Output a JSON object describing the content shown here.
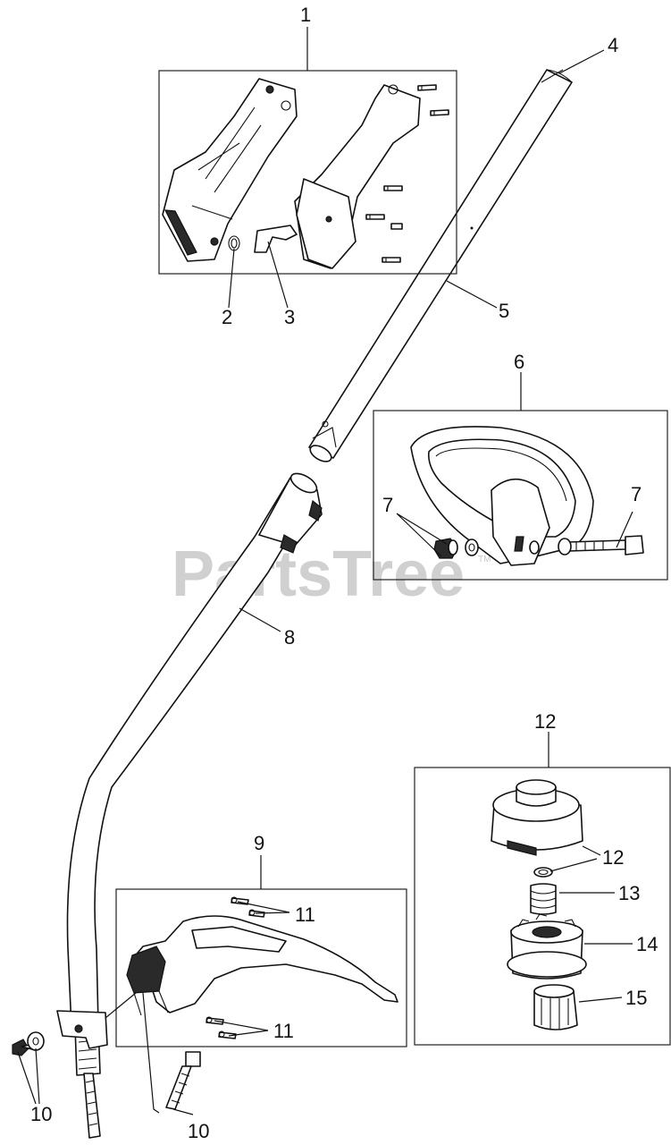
{
  "watermark": {
    "text": "PartsTree",
    "trademark": "TM"
  },
  "callouts": {
    "c1": "1",
    "c2": "2",
    "c3": "3",
    "c4": "4",
    "c5": "5",
    "c6": "6",
    "c7a": "7",
    "c7b": "7",
    "c8": "8",
    "c9": "9",
    "c10a": "10",
    "c10b": "10",
    "c11a": "11",
    "c11b": "11",
    "c12a": "12",
    "c12b": "12",
    "c13": "13",
    "c14": "14",
    "c15": "15"
  }
}
